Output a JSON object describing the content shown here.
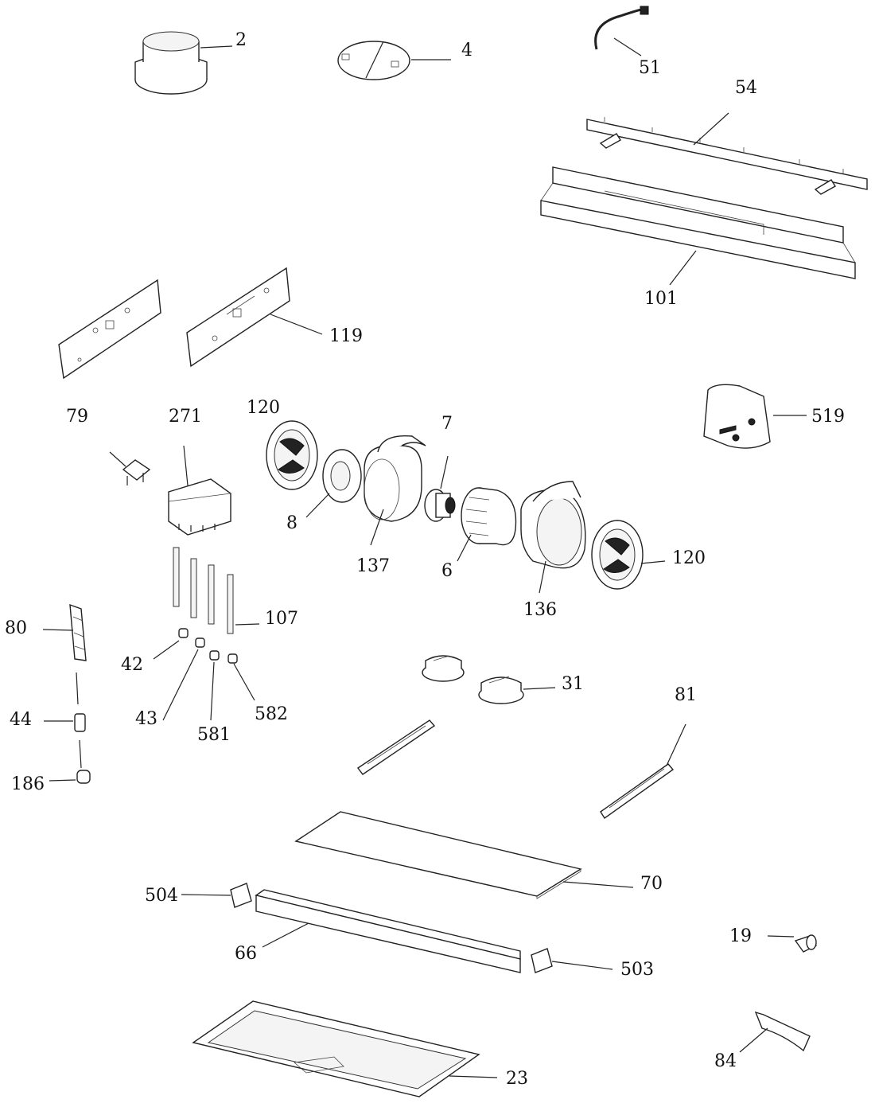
{
  "labels": {
    "l2": "2",
    "l4": "4",
    "l51": "51",
    "l54": "54",
    "l101": "101",
    "l119": "119",
    "l79": "79",
    "l271": "271",
    "l120a": "120",
    "l7": "7",
    "l519": "519",
    "l8": "8",
    "l137": "137",
    "l6": "6",
    "l120b": "120",
    "l136": "136",
    "l80": "80",
    "l107": "107",
    "l42": "42",
    "l43": "43",
    "l581": "581",
    "l582": "582",
    "l44": "44",
    "l186": "186",
    "l31": "31",
    "l81": "81",
    "l70": "70",
    "l504": "504",
    "l66": "66",
    "l503": "503",
    "l19": "19",
    "l84": "84",
    "l23": "23"
  }
}
